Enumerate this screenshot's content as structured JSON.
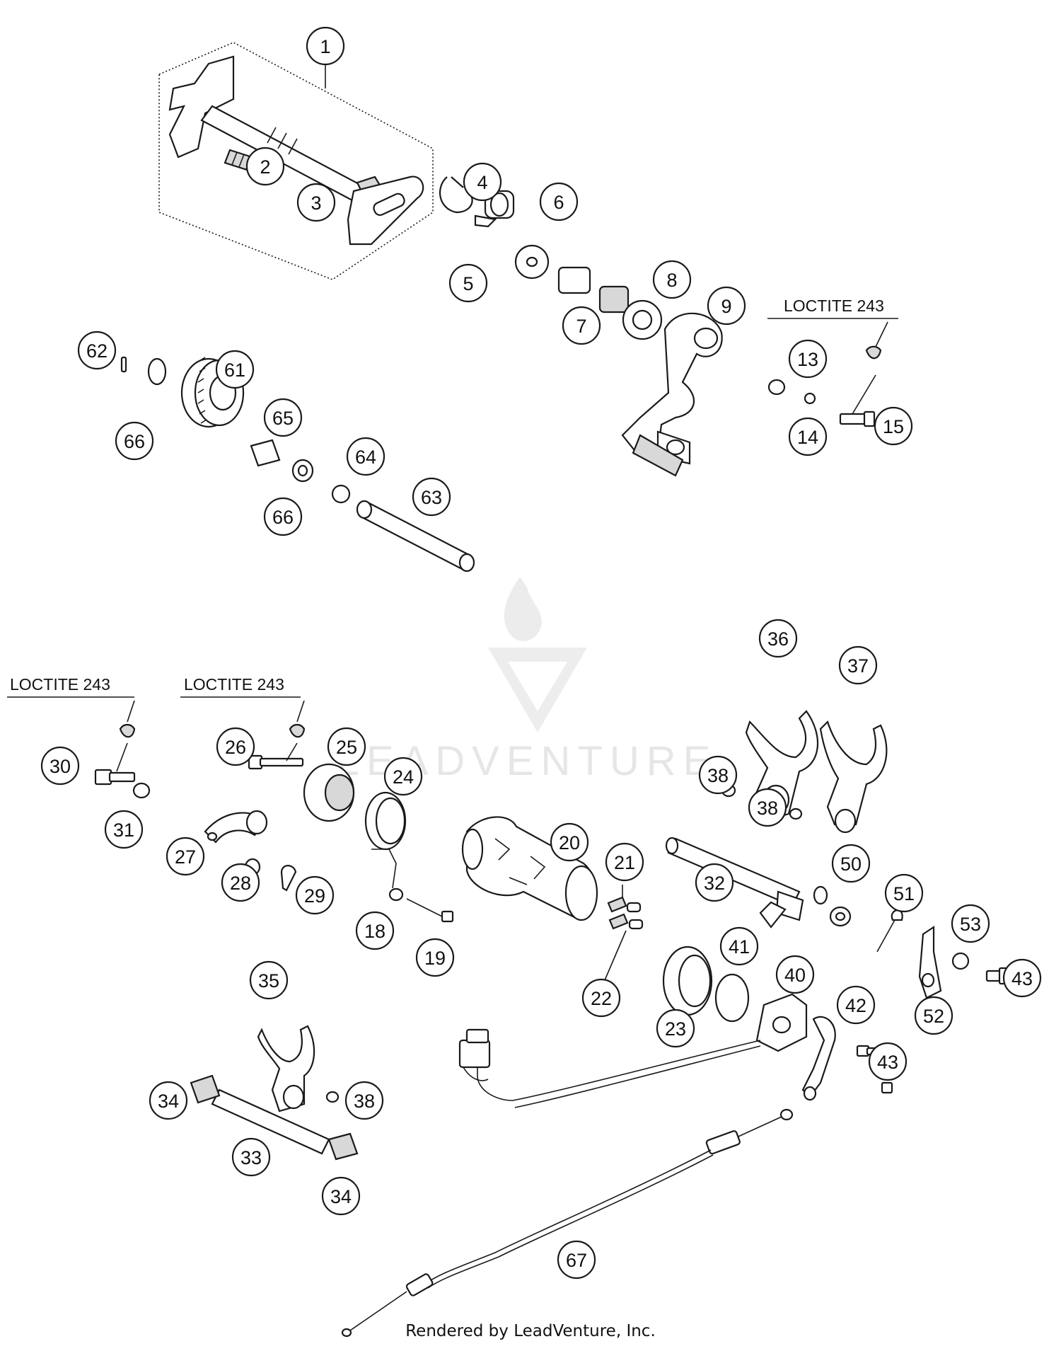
{
  "diagram": {
    "notes": [
      "LOCTITE 243",
      "LOCTITE 243",
      "LOCTITE 243"
    ],
    "watermark": "LEADVENTURE",
    "footer": "Rendered by LeadVenture, Inc.",
    "callouts": [
      "1",
      "2",
      "3",
      "4",
      "5",
      "6",
      "7",
      "8",
      "9",
      "13",
      "14",
      "15",
      "62",
      "61",
      "65",
      "66",
      "66",
      "64",
      "63",
      "36",
      "37",
      "30",
      "26",
      "25",
      "24",
      "38",
      "38",
      "31",
      "27",
      "28",
      "29",
      "20",
      "21",
      "32",
      "50",
      "51",
      "18",
      "19",
      "22",
      "41",
      "40",
      "53",
      "43",
      "23",
      "42",
      "52",
      "35",
      "43",
      "34",
      "38",
      "33",
      "34",
      "67"
    ]
  }
}
